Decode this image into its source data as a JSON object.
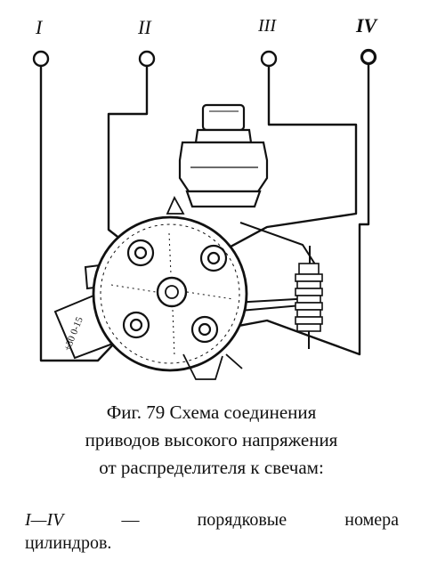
{
  "figure": {
    "labels": {
      "terminal_1": "I",
      "terminal_2": "II",
      "terminal_3": "III",
      "terminal_4": "IV"
    },
    "housing_marking": "+30 0-15"
  },
  "caption": {
    "line1": "Фиг. 79 Схема соединения",
    "line2": "приводов высокого напряжения",
    "line3": "от распределителя к свечам:"
  },
  "legend": {
    "term": "I—IV",
    "dash": "—",
    "word1": "порядковые",
    "word2": "номера",
    "line2": "цилиндров."
  },
  "colors": {
    "ink": "#111111",
    "paper": "#ffffff"
  }
}
